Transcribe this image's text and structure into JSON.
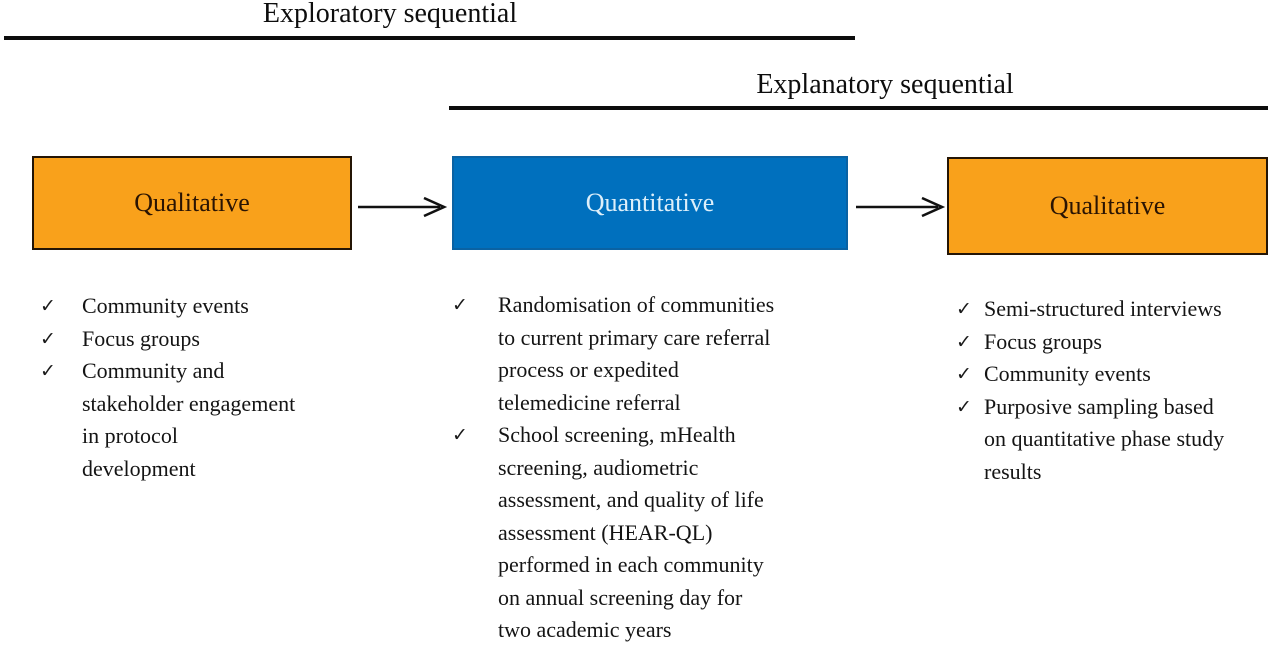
{
  "diagram": {
    "headers": [
      {
        "label": "Exploratory sequential"
      },
      {
        "label": "Explanatory sequential"
      }
    ],
    "boxes": [
      {
        "label": "Qualitative",
        "fill": "#F9A11B",
        "text_color": "#2a1403"
      },
      {
        "label": "Quantitative",
        "fill": "#0070BE",
        "text_color": "#ddeffa"
      },
      {
        "label": "Qualitative",
        "fill": "#F9A11B",
        "text_color": "#2a1403"
      }
    ],
    "check_glyph": "✓",
    "line_color": "#0d0d0d",
    "lists": [
      {
        "name": "qualitative-phase-1-items",
        "items": [
          "Community events",
          "Focus groups",
          "Community and\nstakeholder engagement\nin protocol\ndevelopment"
        ]
      },
      {
        "name": "quantitative-phase-items",
        "items": [
          "Randomisation of communities\nto current primary care referral\nprocess or expedited\ntelemedicine referral",
          "School screening, mHealth\nscreening, audiometric\nassessment, and quality of life\nassessment (HEAR-QL)\nperformed in each community\non annual screening day for\ntwo academic years"
        ]
      },
      {
        "name": "qualitative-phase-2-items",
        "items": [
          "Semi-structured interviews",
          "Focus groups",
          "Community events",
          "Purposive sampling based\non quantitative phase study\nresults"
        ]
      }
    ]
  }
}
